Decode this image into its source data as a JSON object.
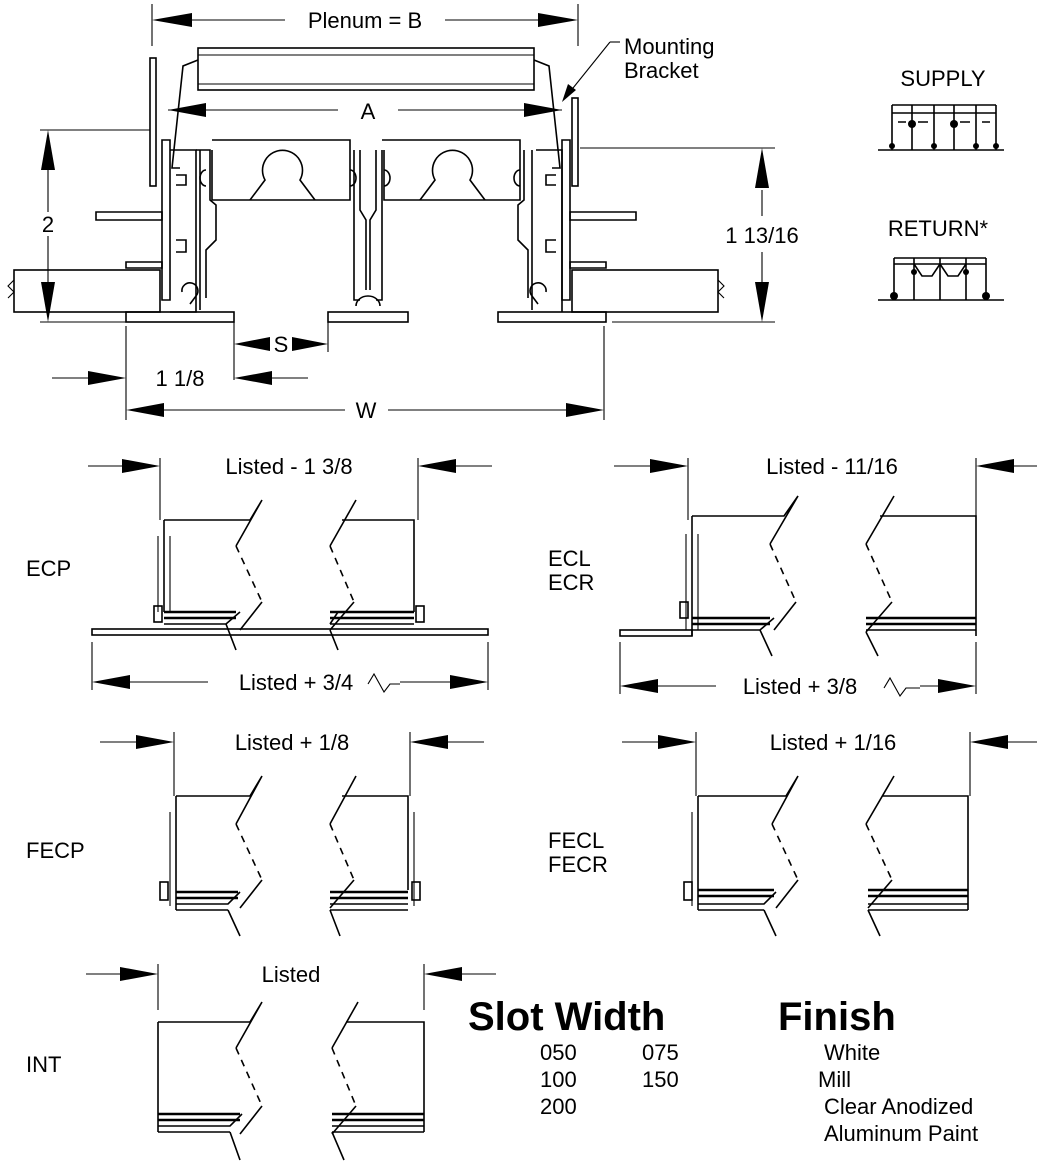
{
  "dimensions": {
    "plenum": "Plenum = B",
    "a": "A",
    "two": "2",
    "height": "1 13/16",
    "s": "S",
    "one_one_eighth": "1 1/8",
    "w": "W"
  },
  "callouts": {
    "mounting_bracket_line1": "Mounting",
    "mounting_bracket_line2": "Bracket"
  },
  "patterns": {
    "supply": "SUPPLY",
    "return": "RETURN*"
  },
  "details": {
    "ecp": {
      "label": "ECP",
      "top_dim": "Listed - 1 3/8",
      "bottom_dim": "Listed + 3/4"
    },
    "ecl": {
      "label_1": "ECL",
      "label_2": "ECR",
      "top_dim": "Listed - 11/16",
      "bottom_dim": "Listed + 3/8"
    },
    "fecp": {
      "label": "FECP",
      "top_dim": "Listed + 1/8"
    },
    "fecl": {
      "label_1": "FECL",
      "label_2": "FECR",
      "top_dim": "Listed + 1/16"
    },
    "int": {
      "label": "INT",
      "top_dim": "Listed"
    }
  },
  "slot_width": {
    "title": "Slot Width",
    "values": [
      "050",
      "075",
      "100",
      "150",
      "200"
    ]
  },
  "finish": {
    "title": "Finish",
    "options": [
      "White",
      "Mill",
      "Clear Anodized",
      "Aluminum Paint"
    ]
  }
}
